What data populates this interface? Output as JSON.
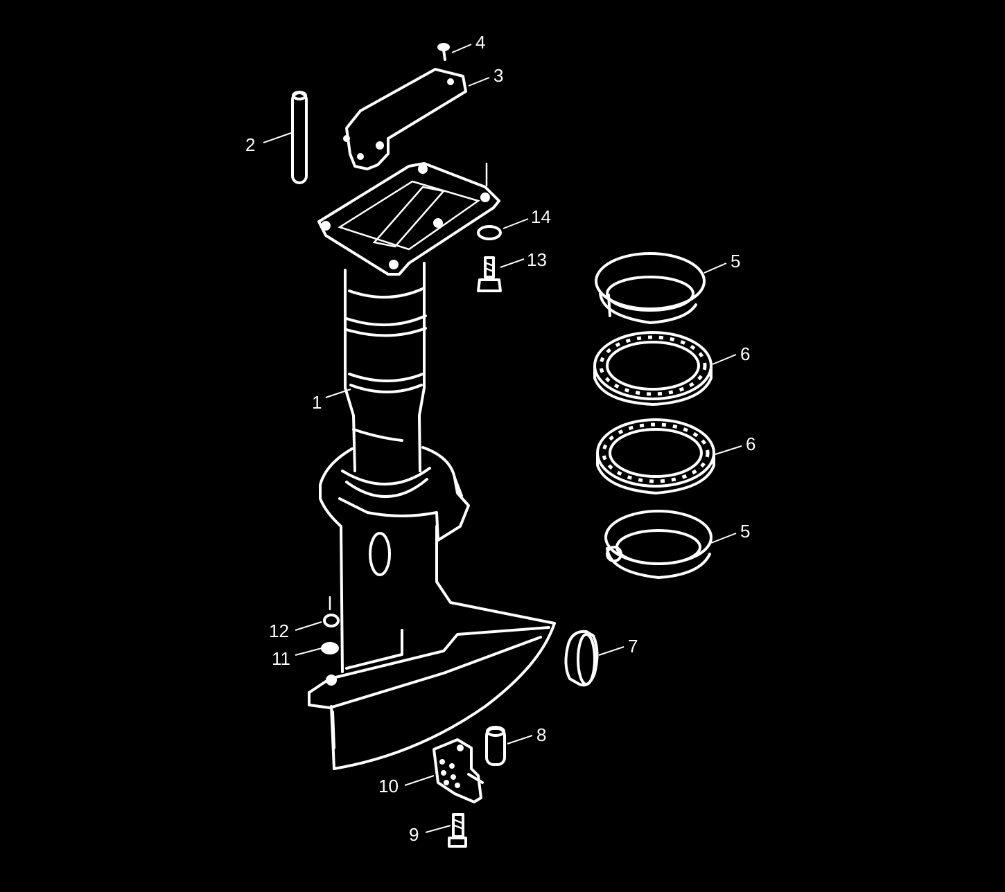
{
  "diagram": {
    "callouts": [
      {
        "id": "c1",
        "label": "1"
      },
      {
        "id": "c2",
        "label": "2"
      },
      {
        "id": "c3",
        "label": "3"
      },
      {
        "id": "c4",
        "label": "4"
      },
      {
        "id": "c5a",
        "label": "5"
      },
      {
        "id": "c5b",
        "label": "5"
      },
      {
        "id": "c6a",
        "label": "6"
      },
      {
        "id": "c6b",
        "label": "6"
      },
      {
        "id": "c7",
        "label": "7"
      },
      {
        "id": "c8",
        "label": "8"
      },
      {
        "id": "c9",
        "label": "9"
      },
      {
        "id": "c10",
        "label": "10"
      },
      {
        "id": "c11",
        "label": "11"
      },
      {
        "id": "c12",
        "label": "12"
      },
      {
        "id": "c13",
        "label": "13"
      },
      {
        "id": "c14",
        "label": "14"
      }
    ],
    "colors": {
      "background": "#000000",
      "line": "#ffffff"
    }
  }
}
